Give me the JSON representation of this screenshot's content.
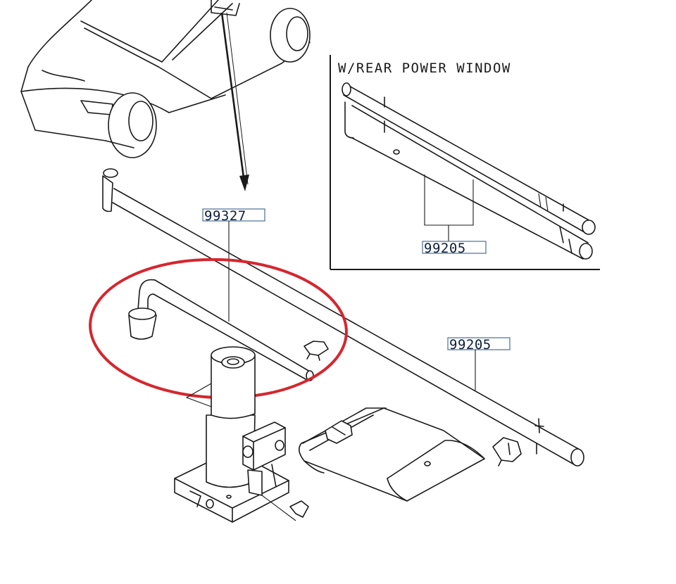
{
  "inset": {
    "title": "W/REAR POWER WINDOW",
    "part_label": "99205"
  },
  "callouts": {
    "handle": "99327",
    "bar": "99205"
  },
  "colors": {
    "line": "#1a1a1a",
    "highlight_ellipse": "#d6262e",
    "label_text": "#0d1f3a",
    "label_box": "#4a6f9a"
  }
}
